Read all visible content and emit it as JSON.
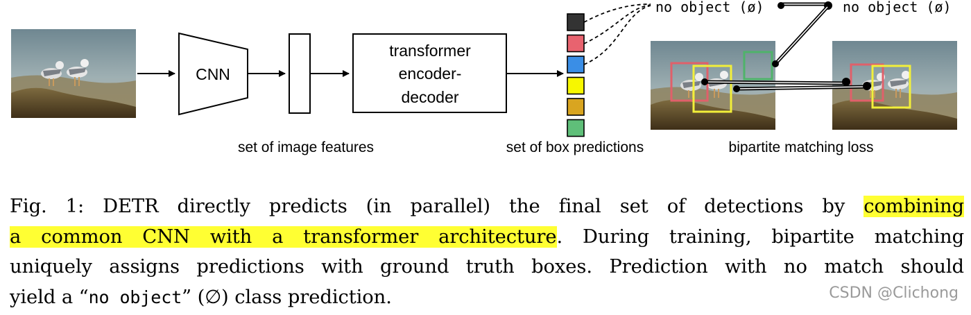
{
  "figure": {
    "cnn_label": "CNN",
    "transformer_label_lines": [
      "transformer",
      "encoder-",
      "decoder"
    ],
    "features_caption": "set of image features",
    "predictions_caption": "set of box predictions",
    "matching_caption": "bipartite matching loss",
    "no_object_left": "no object (ø)",
    "no_object_right": "no object (ø)",
    "prediction_box_colors": [
      "#333333",
      "#e8636f",
      "#3a8ee6",
      "#f7f700",
      "#d9a520",
      "#5fbf79"
    ],
    "bbox_colors": {
      "red": "#e0606a",
      "yellow": "#f2ef3a",
      "green": "#4fb36a"
    }
  },
  "caption": {
    "fig_label": "Fig. 1:",
    "part1": " DETR directly predicts (in parallel) the final set of detections by ",
    "highlight_a": "combining",
    "highlight_b": "a common CNN with a transformer architecture",
    "part2": ". During training, bipartite matching",
    "line3": "uniquely assigns predictions with ground truth boxes. Prediction with no match should",
    "line4_pre": "yield a “",
    "line4_mono": "no object",
    "line4_post": "” (∅) class prediction."
  },
  "watermark": "CSDN @Clichong"
}
